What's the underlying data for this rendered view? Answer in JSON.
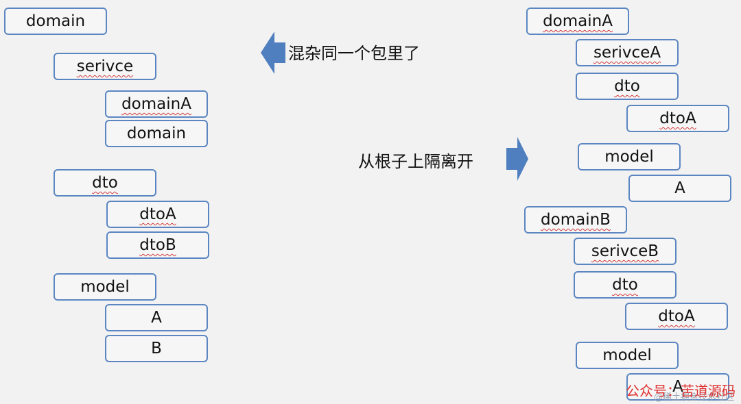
{
  "left": {
    "boxes": [
      {
        "text": "domain",
        "spell": false
      },
      {
        "text": "serivce",
        "spell": true
      },
      {
        "text": "domainA",
        "spell": true
      },
      {
        "text": "domain",
        "spell": false
      },
      {
        "text": "dto",
        "spell": true
      },
      {
        "text": "dtoA",
        "spell": true
      },
      {
        "text": "dtoB",
        "spell": true
      },
      {
        "text": "model",
        "spell": false
      },
      {
        "text": "A",
        "spell": false
      },
      {
        "text": "B",
        "spell": false
      }
    ]
  },
  "right": {
    "boxes": [
      {
        "text": "domainA",
        "spell": true
      },
      {
        "text": "serivceA",
        "spell": true
      },
      {
        "text": "dto",
        "spell": true
      },
      {
        "text": "dtoA",
        "spell": true
      },
      {
        "text": "model",
        "spell": false
      },
      {
        "text": "A",
        "spell": false
      },
      {
        "text": "domainB",
        "spell": true
      },
      {
        "text": "serivceB",
        "spell": true
      },
      {
        "text": "dto",
        "spell": true
      },
      {
        "text": "dtoA",
        "spell": true
      },
      {
        "text": "model",
        "spell": false
      },
      {
        "text": "A",
        "spell": false
      }
    ]
  },
  "annotations": {
    "mixed": "混杂同一个包里了",
    "isolated": "从根子上隔离开"
  },
  "arrow_color": "#4f7fbf",
  "watermark": {
    "main": "公众号：苦道源码",
    "faint": "@稀土掘金技术社区"
  }
}
